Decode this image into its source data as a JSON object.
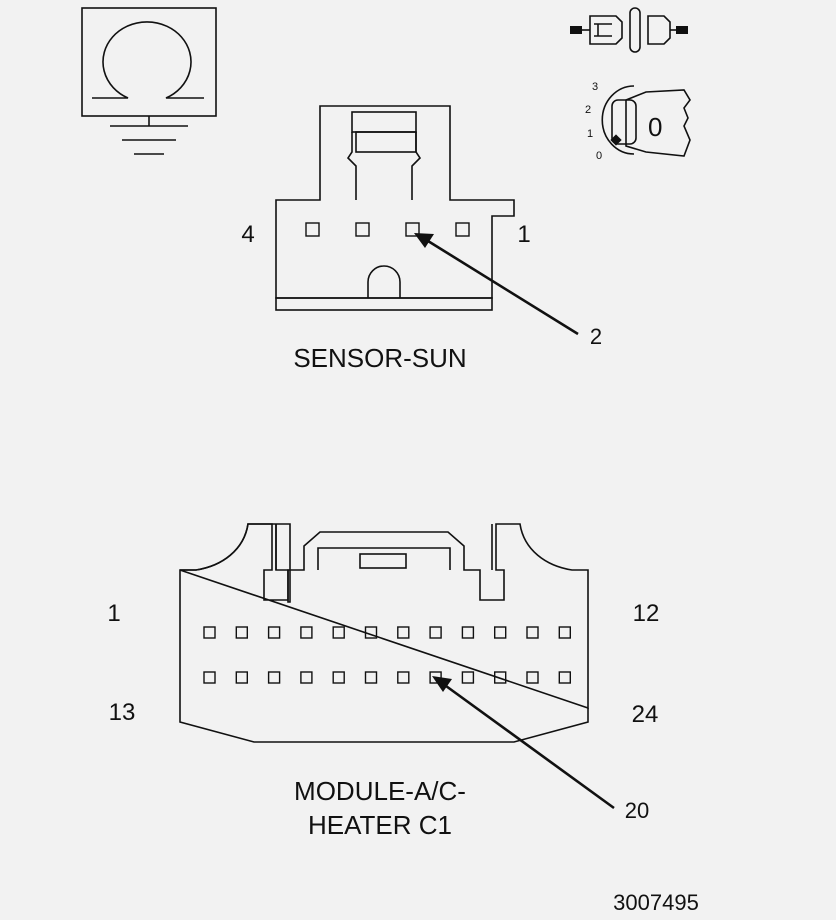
{
  "icons": {
    "ohmmeter": "ohmmeter-ground-icon",
    "connector_disconnected": "connector-disconnected-icon",
    "ignition_key": "ignition-key-icon"
  },
  "ignition_key": {
    "positions": [
      "3",
      "2",
      "1",
      "0"
    ],
    "key_label": "0"
  },
  "sensor_connector": {
    "name": "SENSOR-SUN",
    "left_pin_label": "4",
    "right_pin_label": "1",
    "callout_pin": "2",
    "pin_count": 4
  },
  "module_connector": {
    "name_line1": "MODULE-A/C-",
    "name_line2": "HEATER C1",
    "top_left_pin": "1",
    "top_right_pin": "12",
    "bottom_left_pin": "13",
    "bottom_right_pin": "24",
    "callout_pin": "20",
    "pins_per_row": 12
  },
  "figure_id": "3007495",
  "colors": {
    "background": "#f2f2f2",
    "line": "#111111"
  }
}
